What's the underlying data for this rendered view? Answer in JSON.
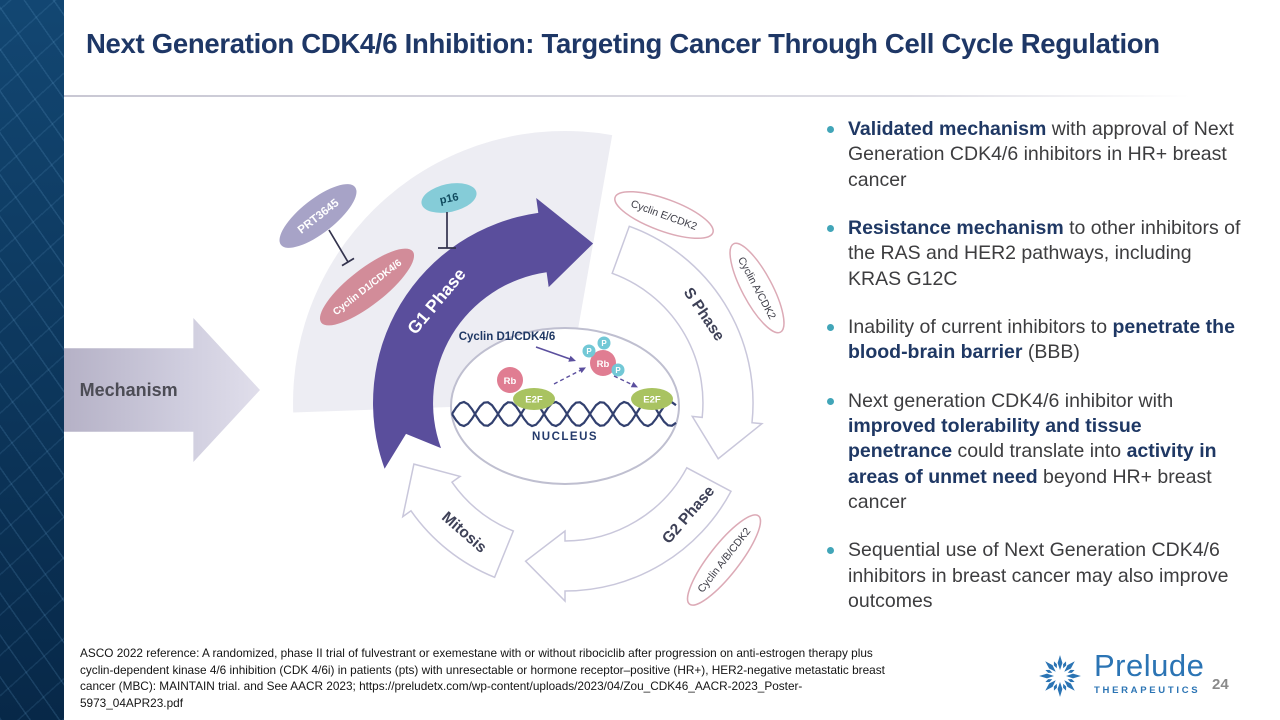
{
  "slide": {
    "title": "Next Generation CDK4/6 Inhibition: Targeting Cancer Through Cell Cycle Regulation",
    "page_number": "24"
  },
  "mechanism": {
    "label": "Mechanism"
  },
  "diagram": {
    "phases": {
      "g1": "G1 Phase",
      "s": "S Phase",
      "g2": "G2 Phase",
      "m": "Mitosis"
    },
    "inhibitors": {
      "prt3645": "PRT3645",
      "p16": "p16"
    },
    "complex": "Cyclin D1/CDK4/6",
    "cyclins": {
      "e_cdk2": "Cyclin E/CDK2",
      "a_cdk2": "Cyclin A/CDK2",
      "ab_cdk2": "Cyclin A/B/CDK2"
    },
    "nucleus": {
      "title": "NUCLEUS",
      "complex_label": "Cyclin D1/CDK4/6",
      "rb": "Rb",
      "e2f": "E2F",
      "p": "P"
    }
  },
  "bullets": [
    {
      "segments": [
        {
          "t": "Validated mechanism",
          "b": true
        },
        {
          "t": " with approval of Next Generation CDK4/6 inhibitors in HR+ breast cancer",
          "b": false
        }
      ]
    },
    {
      "segments": [
        {
          "t": "Resistance mechanism",
          "b": true
        },
        {
          "t": " to other inhibitors of the RAS and HER2 pathways, including KRAS G12C",
          "b": false
        }
      ]
    },
    {
      "segments": [
        {
          "t": "Inability of current inhibitors to ",
          "b": false
        },
        {
          "t": "penetrate the blood-brain barrier",
          "b": true
        },
        {
          "t": " (BBB)",
          "b": false
        }
      ]
    },
    {
      "segments": [
        {
          "t": "Next generation CDK4/6 inhibitor with ",
          "b": false
        },
        {
          "t": "improved tolerability and tissue penetrance",
          "b": true
        },
        {
          "t": " could translate into ",
          "b": false
        },
        {
          "t": "activity in areas of unmet need",
          "b": true
        },
        {
          "t": " beyond HR+ breast cancer",
          "b": false
        }
      ]
    },
    {
      "segments": [
        {
          "t": "Sequential use of Next Generation CDK4/6 inhibitors in breast cancer may also improve outcomes",
          "b": false
        }
      ]
    }
  ],
  "footnote": {
    "text": "ASCO 2022 reference:  A randomized, phase II trial of fulvestrant or exemestane with or without ribociclib after progression on anti-estrogen therapy plus cyclin-dependent kinase 4/6 inhibition (CDK 4/6i) in patients (pts) with unresectable or hormone receptor–positive (HR+), HER2-negative metastatic breast cancer (MBC): MAINTAIN trial. and See AACR 2023; https://preludetx.com/wp-content/uploads/2023/04/Zou_CDK46_AACR-2023_Poster-5973_04APR23.pdf"
  },
  "logo": {
    "wordmark": "Prelude",
    "subtext": "THERAPEUTICS"
  },
  "colors": {
    "title_navy": "#1e3766",
    "bold_navy": "#1f3864",
    "bullet_teal": "#41a5b8",
    "g1_purple": "#5a4e9c",
    "rose_chip": "#d28c99",
    "teal_chip": "#85ccd8",
    "lavender_chip": "#a7a3c7",
    "cyclin_outline_pink": "#dcaab6",
    "logo_blue": "#2b74b4",
    "side_band_navy": "#0c3c64"
  }
}
